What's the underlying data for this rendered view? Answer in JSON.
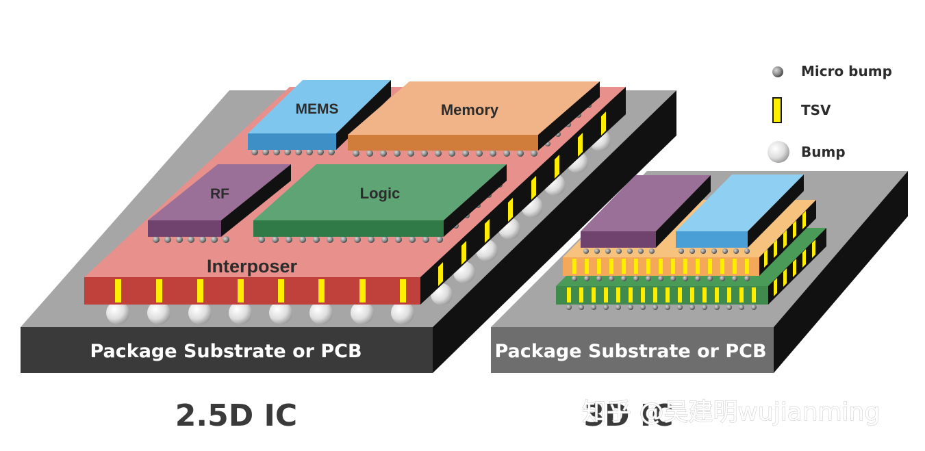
{
  "diagram": {
    "left": {
      "title": "2.5D IC",
      "substrate_label": "Package Substrate or PCB",
      "interposer_label": "Interposer",
      "chips": {
        "mems": "MEMS",
        "memory": "Memory",
        "rf": "RF",
        "logic": "Logic"
      }
    },
    "right": {
      "title": "3D IC",
      "substrate_label": "Package Substrate or PCB"
    },
    "legend": {
      "micro_bump": "Micro bump",
      "tsv": "TSV",
      "bump": "Bump"
    },
    "watermark": "知乎 @吴建明wujianming",
    "colors": {
      "substrate_left": "#3a3a3a",
      "substrate_right": "#6e6e6e",
      "interposer": "#e8908c",
      "interposer_front": "#c0413b",
      "mems": "#7fc6ee",
      "memory": "#f0b488",
      "rf": "#9a7099",
      "logic": "#5ea474",
      "tsv": "#ffee00",
      "stack_orange": "#f3a85a",
      "stack_green": "#4b9b58",
      "stack_blue": "#65b6e6"
    }
  }
}
